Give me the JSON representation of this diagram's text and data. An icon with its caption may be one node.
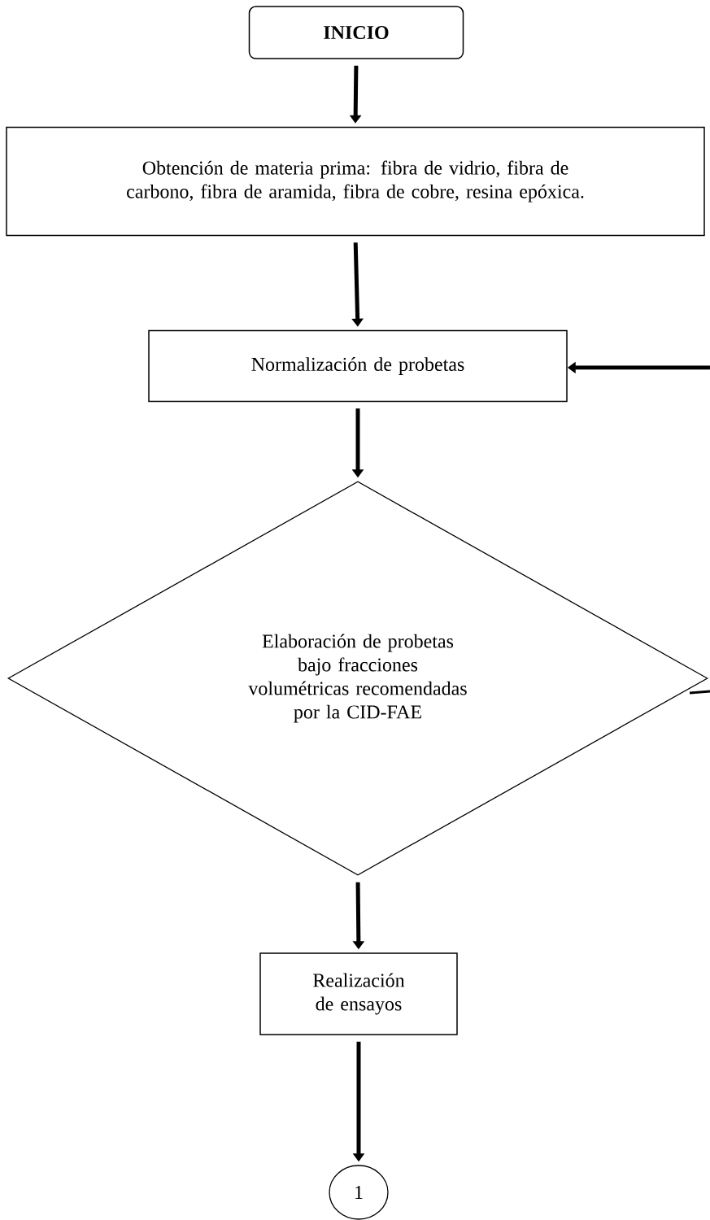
{
  "diagram": {
    "nodes": [
      {
        "text": [
          "INICIO"
        ]
      },
      {
        "text": [
          "Obtención de materia prima: fibra de vidrio, fibra de carbono, fibra de aramida, fibra de cobre, resina epóxica."
        ]
      },
      {
        "text": [
          "Normalización de probetas"
        ]
      },
      {
        "text": [
          "Elaboración de probetas bajo fracciones volumétricas recomendadas por la CID-FAE"
        ]
      },
      {
        "text": [
          "Realización de ensayos"
        ]
      },
      {
        "text": [
          "1"
        ]
      }
    ],
    "edges": [
      {
        "from": 0,
        "to": 1,
        "arrow": "to"
      },
      {
        "from": 1,
        "to": 2,
        "arrow": "to"
      },
      {
        "from": 2,
        "to": 3,
        "arrow": "to"
      },
      {
        "from": 3,
        "to": 4,
        "arrow": "to"
      },
      {
        "from": 4,
        "to": 5,
        "arrow": "to"
      },
      {
        "from": null,
        "to": 2,
        "arrow": "to"
      },
      {
        "from": 3,
        "to": null,
        "arrow": "none"
      }
    ]
  }
}
